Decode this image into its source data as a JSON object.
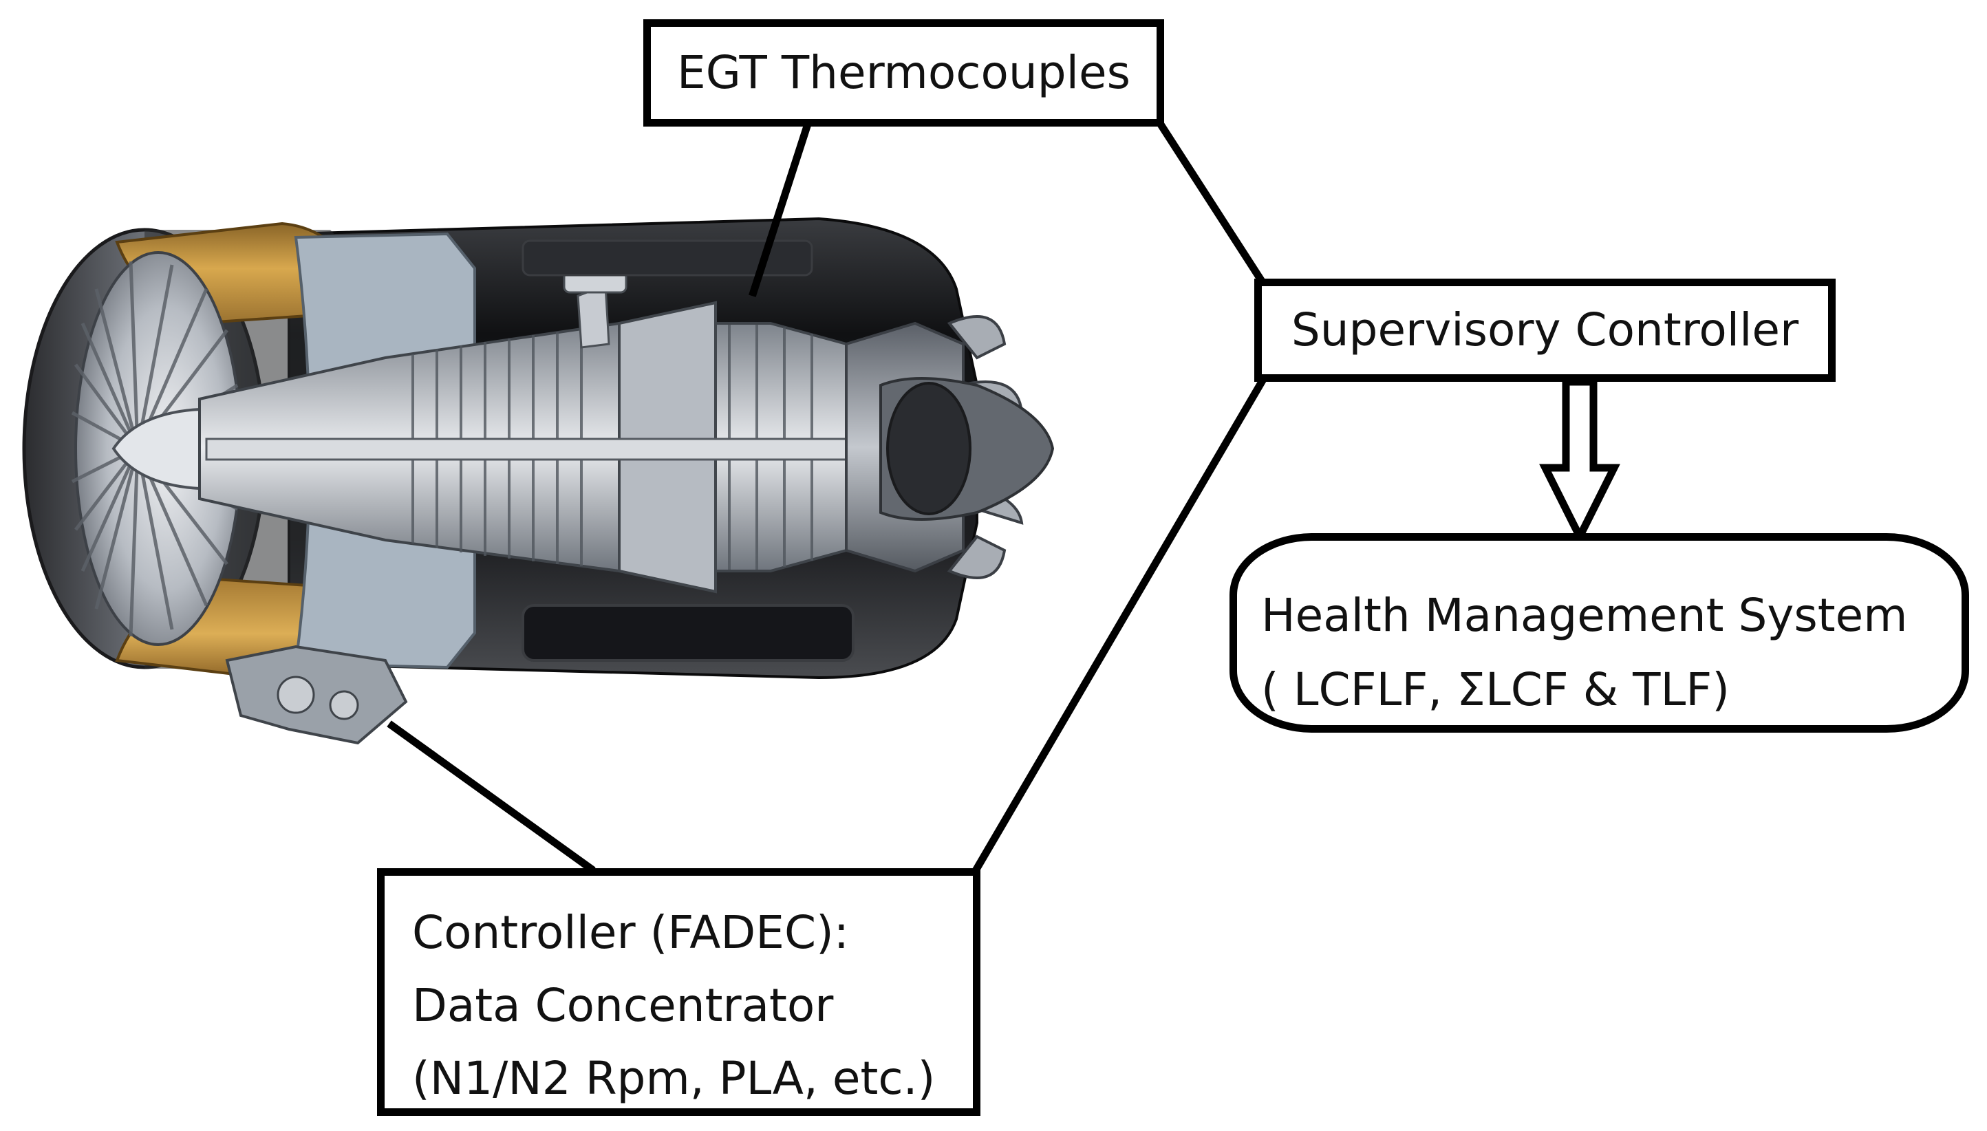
{
  "egt_box": {
    "label": "EGT Thermocouples"
  },
  "supervisory_box": {
    "label": "Supervisory Controller"
  },
  "health_box": {
    "line1": "Health Management System",
    "line2": "( LCFLF, ΣLCF & TLF)"
  },
  "fadec_box": {
    "line1": "Controller (FADEC):",
    "line2": "Data Concentrator",
    "line3": "(N1/N2 Rpm, PLA, etc.)"
  },
  "illustration": {
    "subject": "turbofan-engine-cutaway"
  },
  "colors": {
    "line": "#000000",
    "nacelle_gold": "#c9963e",
    "casing_dark": "#1f1f22",
    "metal_light": "#c8ccd2",
    "metal_mid": "#8d939b"
  }
}
